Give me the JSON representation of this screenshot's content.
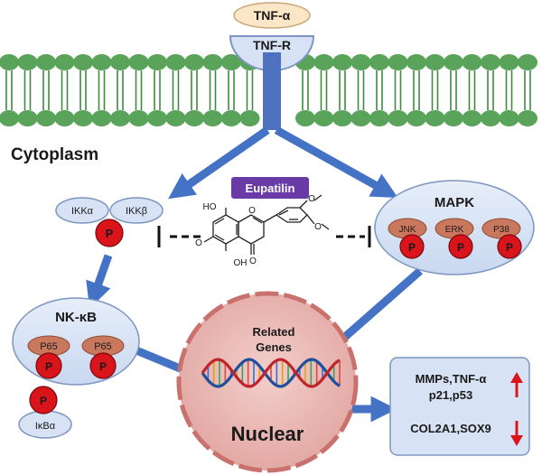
{
  "ligand": "TNF-α",
  "receptor": "TNF-R",
  "compartment_cytoplasm": "Cytoplasm",
  "drug": "Eupatilin",
  "ikk": {
    "alpha": "IKKα",
    "beta": "IKKβ",
    "p": "P"
  },
  "mapk": {
    "title": "MAPK",
    "jnk": "JNK",
    "erk": "ERK",
    "p38": "P38",
    "p": "P"
  },
  "nfkb": {
    "title": "NK-κB",
    "p65": "P65",
    "p": "P",
    "ikba": "IκBα"
  },
  "molecule": {
    "oh1": "HO",
    "oh2": "OH",
    "carbonyl": "O",
    "ring_o": "O",
    "methoxy_o1": "O",
    "methoxy_o2": "O",
    "methoxy_o3": "O"
  },
  "nucleus": {
    "genes_line1": "Related",
    "genes_line2": "Genes",
    "label": "Nuclear"
  },
  "outcome": {
    "up_line1": "MMPs,TNF-α",
    "up_line2": "p21,p53",
    "down": "COL2A1,SOX9"
  },
  "colors": {
    "membrane": "#5aa35a",
    "membrane_dark": "#3e8a3e",
    "arrow": "#4472c4",
    "receptor": "#4f72c0",
    "cluster_fill": "#d7e3f5",
    "cluster_stroke": "#7d95c1",
    "phospho": "#d9141b",
    "pill": "#c9785e",
    "eupatilin": "#6a3aa6",
    "nucleus_fill": "#e9b7b3",
    "nucleus_stroke": "#c9716c",
    "up_down": "#d9141b"
  }
}
